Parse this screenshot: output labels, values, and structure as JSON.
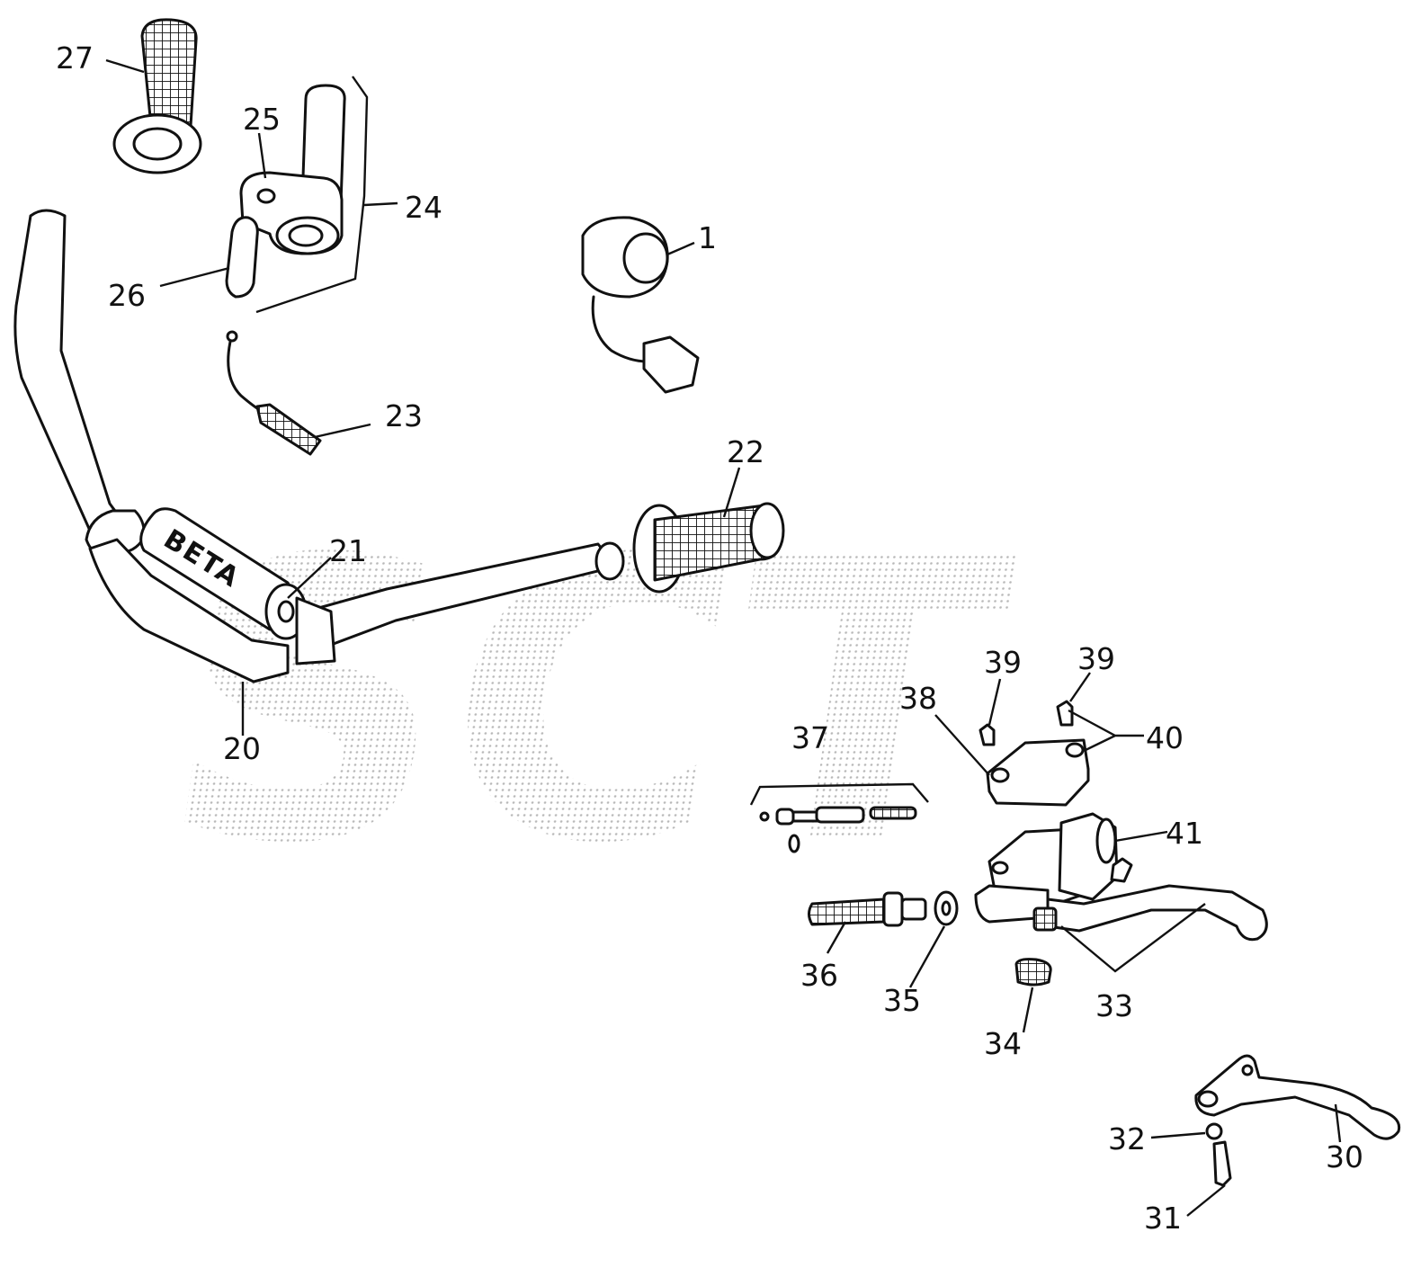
{
  "watermark": "SCT",
  "handlebar_brand": "BETA",
  "callouts": [
    "1",
    "20",
    "21",
    "22",
    "23",
    "24",
    "25",
    "26",
    "27",
    "30",
    "31",
    "32",
    "33",
    "34",
    "35",
    "36",
    "37",
    "38",
    "39",
    "39",
    "40",
    "41"
  ]
}
